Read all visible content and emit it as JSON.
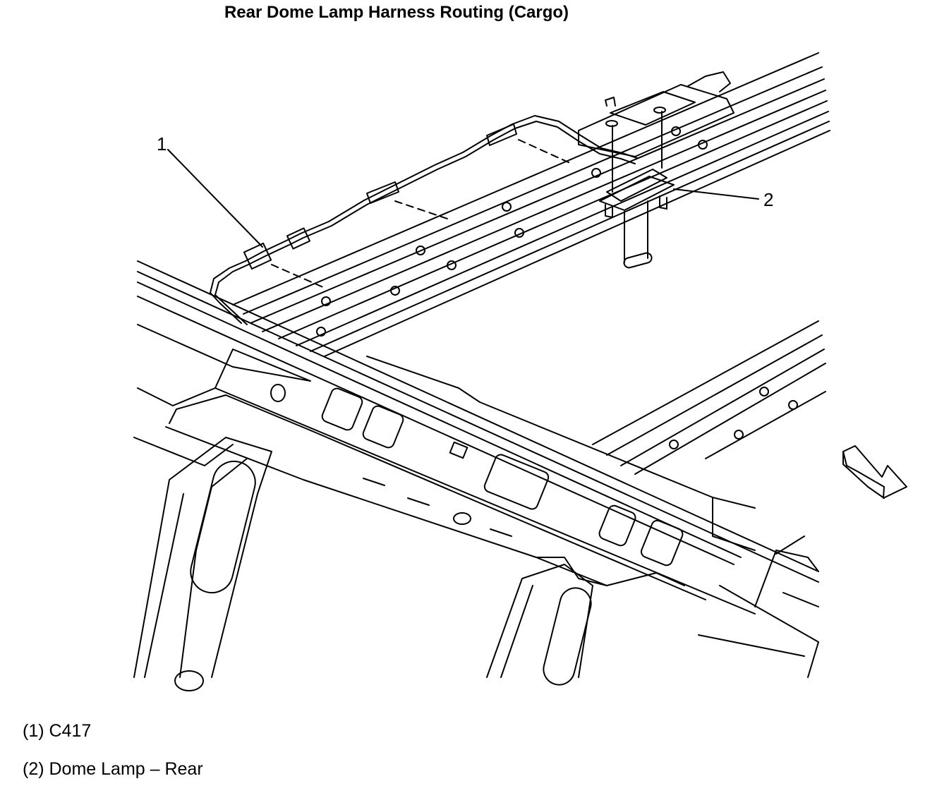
{
  "title": "Rear Dome Lamp Harness Routing (Cargo)",
  "callouts": [
    {
      "id": "1",
      "name": "C417"
    },
    {
      "id": "2",
      "name": "Dome Lamp – Rear"
    }
  ],
  "legend": [
    {
      "text": "(1) C417"
    },
    {
      "text": "(2) Dome Lamp – Rear"
    }
  ],
  "icons": {
    "direction_arrow": "front-direction-arrow-icon"
  }
}
